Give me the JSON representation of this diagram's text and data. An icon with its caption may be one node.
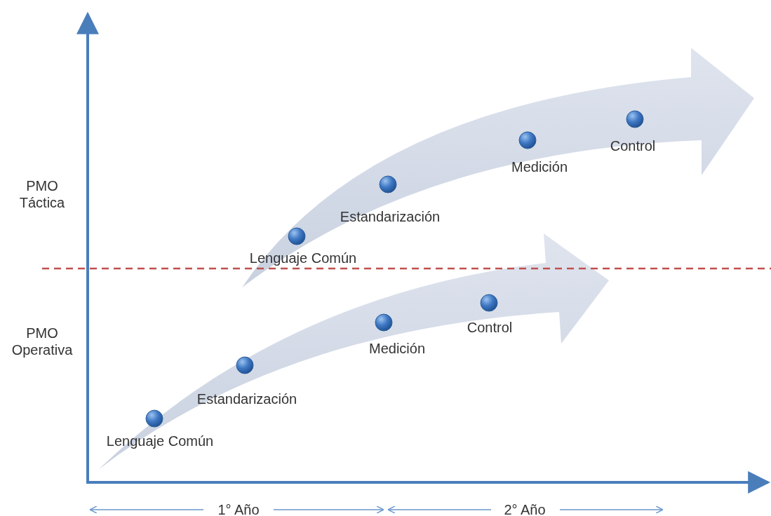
{
  "diagram": {
    "nodes": [
      {
        "text": [],
        "shape": "circle",
        "beside": [
          "Lenguaje Común"
        ]
      },
      {
        "text": [],
        "shape": "circle",
        "beside": [
          "Estandarización"
        ]
      },
      {
        "text": [],
        "shape": "circle",
        "beside": [
          "Medición"
        ]
      },
      {
        "text": [],
        "shape": "circle",
        "beside": [
          "Control"
        ]
      },
      {
        "text": [],
        "shape": "circle",
        "beside": [
          "Lenguaje Común"
        ]
      },
      {
        "text": [],
        "shape": "circle",
        "beside": [
          "Estandarización"
        ]
      },
      {
        "text": [],
        "shape": "circle",
        "beside": [
          "Medición"
        ]
      },
      {
        "text": [],
        "shape": "circle",
        "beside": [
          "Control"
        ]
      }
    ],
    "labels": [
      "PMO Táctica",
      "PMO Operativa",
      "1° Año",
      "2° Año"
    ]
  }
}
